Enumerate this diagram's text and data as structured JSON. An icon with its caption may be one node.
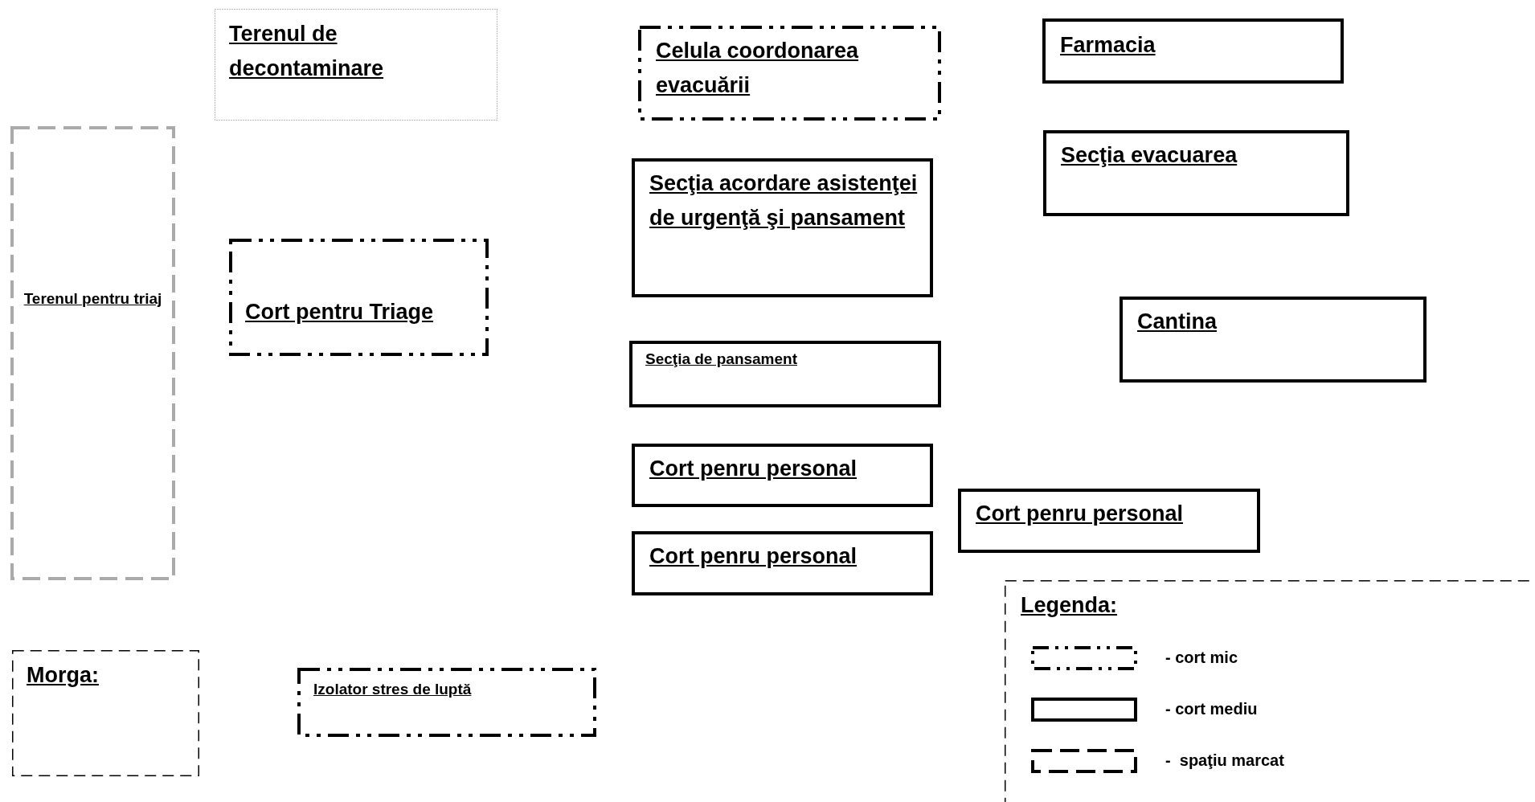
{
  "diagram": {
    "nodes": [
      {
        "text": [
          "Terenul de decontaminare"
        ]
      },
      {
        "text": [
          "Celula coordonarea evacuării"
        ]
      },
      {
        "text": [
          "Farmacia"
        ]
      },
      {
        "text": [
          "Terenul pentru triaj"
        ]
      },
      {
        "text": [
          "Secţia evacuarea"
        ]
      },
      {
        "text": [
          "Secţia acordare asistenţei de urgenţă şi pansament"
        ]
      },
      {
        "text": [
          "Cort pentru Triage"
        ]
      },
      {
        "text": [
          "Cantina"
        ]
      },
      {
        "text": [
          "Secţia de pansament"
        ]
      },
      {
        "text": [
          "Cort penru personal"
        ]
      },
      {
        "text": [
          "Cort penru personal"
        ]
      },
      {
        "text": [
          "Cort penru personal"
        ]
      },
      {
        "text": [
          "Legenda:"
        ]
      },
      {
        "text": [
          "Morga:"
        ]
      },
      {
        "text": [
          "Izolator stres de luptă"
        ]
      }
    ],
    "legend": [
      {
        "text": "- cort mic"
      },
      {
        "text": "- cort mediu"
      },
      {
        "text": "-  spaţiu marcat"
      }
    ]
  }
}
